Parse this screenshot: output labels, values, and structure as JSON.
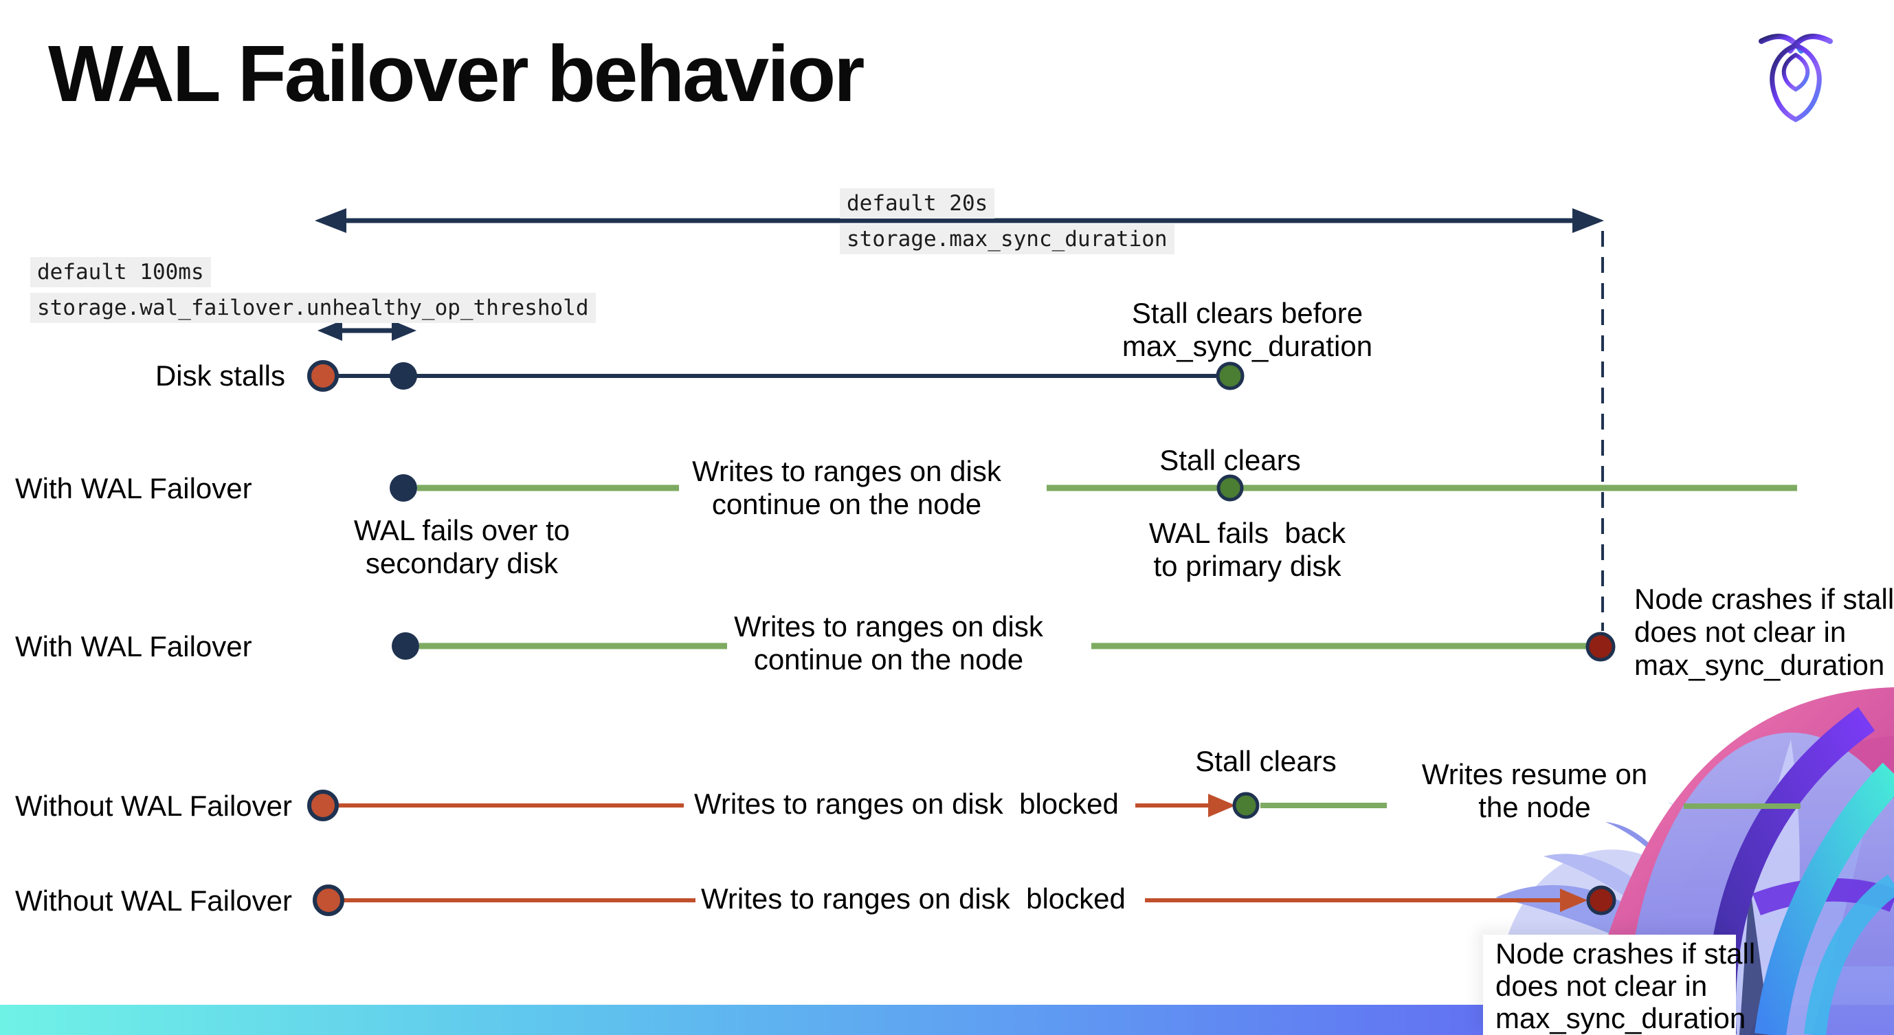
{
  "slide": {
    "title": "WAL Failover behavior"
  },
  "logo": {
    "name": "cockroachdb-logo"
  },
  "config_labels": {
    "max_sync_duration": {
      "default": "default 20s",
      "setting": "storage.max_sync_duration"
    },
    "unhealthy_op_threshold": {
      "default": "default 100ms",
      "setting": "storage.wal_failover.unhealthy_op_threshold"
    }
  },
  "rows": {
    "disk_stalls": {
      "label": "Disk stalls",
      "stall_clears": [
        "Stall clears before",
        "max_sync_duration"
      ]
    },
    "with_wal_failover_1": {
      "label": "With WAL Failover",
      "failover": [
        "WAL fails over to",
        "secondary disk"
      ],
      "writes": [
        "Writes to ranges on disk",
        "continue on the node"
      ],
      "stall_clears": "Stall clears",
      "failback": [
        "WAL fails  back",
        "to primary disk"
      ]
    },
    "with_wal_failover_2": {
      "label": "With WAL Failover",
      "writes": [
        "Writes to ranges on disk",
        "continue on the node"
      ],
      "crash": [
        "Node crashes if stall",
        "does not clear in",
        "max_sync_duration"
      ]
    },
    "without_wal_failover_1": {
      "label": "Without WAL Failover",
      "writes": "Writes to ranges on disk  blocked",
      "stall_clears": "Stall clears",
      "resume": [
        "Writes resume on",
        "the node"
      ]
    },
    "without_wal_failover_2": {
      "label": "Without WAL Failover",
      "writes": "Writes to ranges on disk  blocked",
      "crash": [
        "Node crashes if stall",
        "does not clear in",
        "max_sync_duration"
      ]
    }
  },
  "colors": {
    "navy": "#1f3250",
    "green_line": "#7dab61",
    "green_dot": "#4b7d33",
    "orange_dot": "#c25232",
    "red_line": "#c0502c",
    "crash_dot": "#8f2013",
    "label_bg": "#efefef",
    "footer_gradient": [
      "#6ff2e6",
      "#5fc4ee",
      "#5f9bf2",
      "#6f5bee"
    ]
  }
}
